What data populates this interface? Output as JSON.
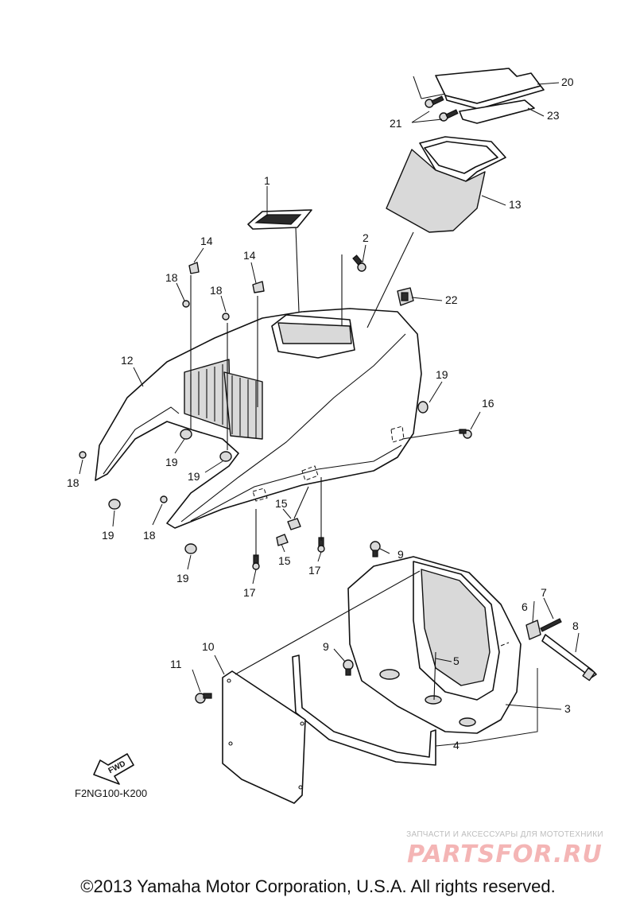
{
  "diagram": {
    "code": "F2NG100-K200",
    "fwd_label": "FWD",
    "callouts": [
      "1",
      "2",
      "3",
      "4",
      "5",
      "6",
      "7",
      "8",
      "9",
      "10",
      "11",
      "12",
      "13",
      "14",
      "15",
      "16",
      "17",
      "18",
      "19",
      "20",
      "21",
      "22",
      "23"
    ]
  },
  "watermark": {
    "tagline": "ЗАПЧАСТИ И АКСЕССУАРЫ ДЛЯ МОТОТЕХНИКИ",
    "logo": "PARTSFOR.RU"
  },
  "footer": {
    "copyright": "©2013 Yamaha Motor Corporation, U.S.A. All rights reserved."
  }
}
